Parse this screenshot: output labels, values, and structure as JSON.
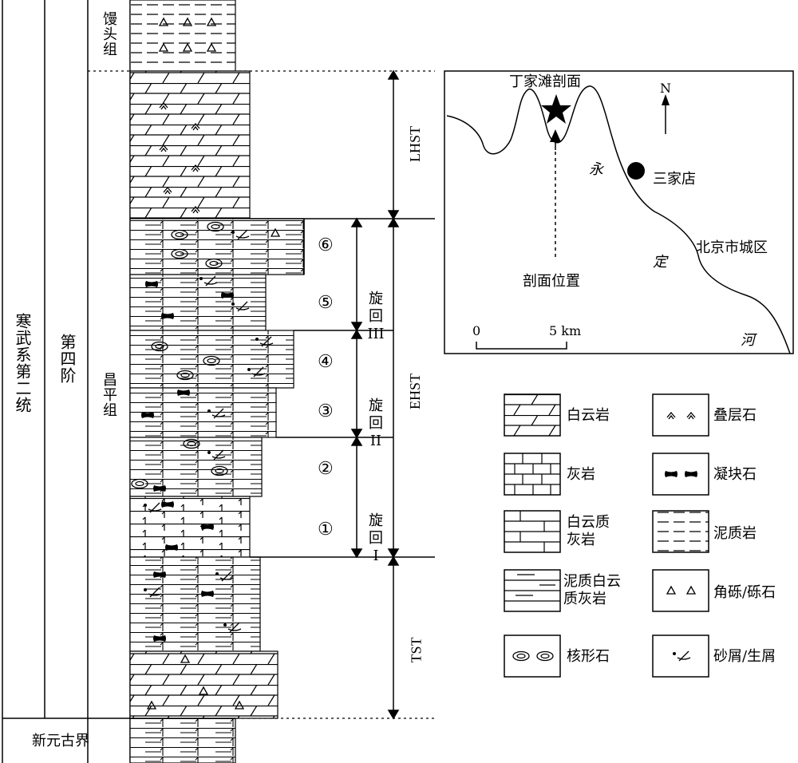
{
  "columns": {
    "system": "寒武系第二统",
    "stage": "第四阶",
    "upper_formation": "馒头组",
    "main_formation": "昌平组",
    "base_unit": "新元古界"
  },
  "systems_tracts": [
    "LHST",
    "EHST",
    "TST"
  ],
  "cycles": [
    {
      "name": "旋回III",
      "label_top": "旋",
      "label_mid": "回",
      "label_roman": "III"
    },
    {
      "name": "旋回II",
      "label_top": "旋",
      "label_mid": "回",
      "label_roman": "II"
    },
    {
      "name": "旋回I",
      "label_top": "旋",
      "label_mid": "回",
      "label_roman": "I"
    }
  ],
  "beds": [
    "⑥",
    "⑤",
    "④",
    "③",
    "②",
    "①"
  ],
  "map": {
    "section_name": "丁家滩剖面",
    "section_position": "剖面位置",
    "town": "三家店",
    "city": "北京市城区",
    "north": "N",
    "river": [
      "永",
      "定",
      "河"
    ],
    "scale_zero": "0",
    "scale_value": "5 km"
  },
  "legend": [
    {
      "label": "白云岩"
    },
    {
      "label": "叠层石"
    },
    {
      "label": "灰岩"
    },
    {
      "label": "凝块石"
    },
    {
      "label": "白云质\n灰岩"
    },
    {
      "label": "泥质岩"
    },
    {
      "label": "泥质白云\n质灰岩"
    },
    {
      "label": "角砾/砾石"
    },
    {
      "label": "核形石"
    },
    {
      "label": "砂屑/生屑"
    }
  ]
}
